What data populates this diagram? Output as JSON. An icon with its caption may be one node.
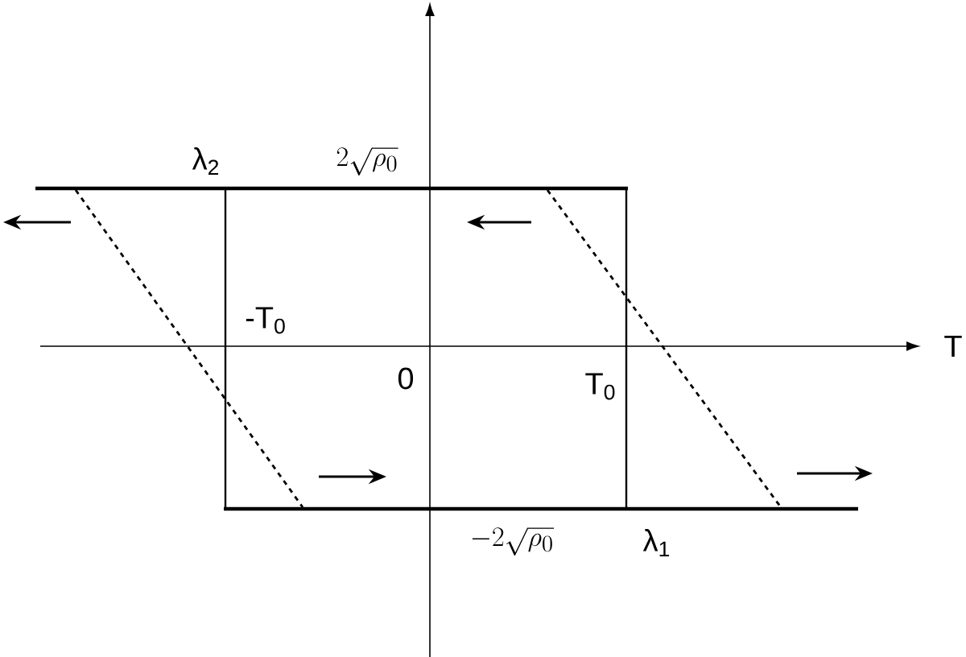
{
  "diagram": {
    "labels": [
      "λ$_{2}$",
      "2\\sqrt{\\rho_{0}}",
      "-T$_{0}$",
      "0",
      "T$_{0}$",
      "T",
      "-2\\sqrt{\\rho_{0}}",
      "λ$_{1}$"
    ]
  }
}
